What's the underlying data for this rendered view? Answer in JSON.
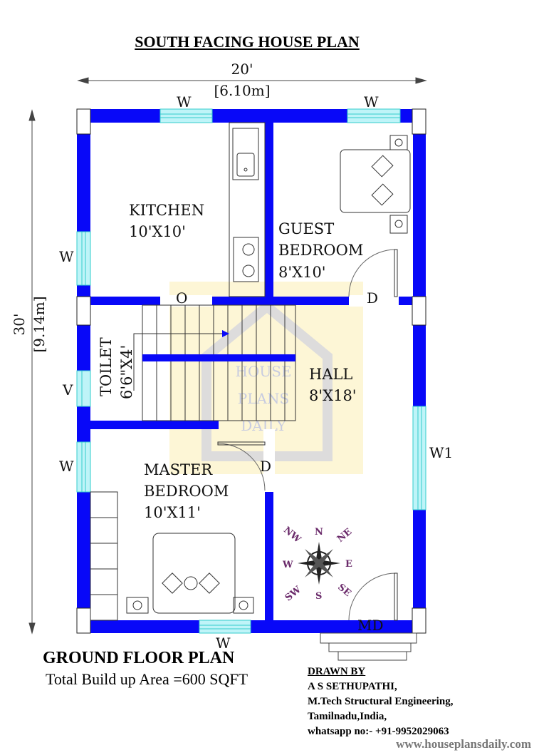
{
  "title": "SOUTH FACING HOUSE PLAN",
  "dimensions": {
    "width_ft": "20'",
    "width_m": "[6.10m]",
    "length_ft": "30'",
    "length_m": "[9.14m]"
  },
  "rooms": {
    "kitchen": {
      "name": "KITCHEN",
      "size": "10'X10'"
    },
    "guest": {
      "name1": "GUEST",
      "name2": "BEDROOM",
      "size": "8'X10'"
    },
    "toilet": {
      "name": "TOILET",
      "size": "6'6\"X4'"
    },
    "hall": {
      "name": "HALL",
      "size": "8'X18'"
    },
    "master": {
      "name1": "MASTER",
      "name2": "BEDROOM",
      "size": "10'X11'"
    }
  },
  "labels": {
    "w": "W",
    "v": "V",
    "w1": "W1",
    "o": "O",
    "d": "D",
    "md": "MD"
  },
  "compass": {
    "n": "N",
    "s": "S",
    "e": "E",
    "w": "W",
    "ne": "NE",
    "nw": "NW",
    "se": "SE",
    "sw": "SW"
  },
  "watermark": [
    "HOUSE",
    "PLANS",
    "DAILY"
  ],
  "footer": {
    "heading": "GROUND FLOOR PLAN",
    "area": "Total Build up Area =600 SQFT",
    "drawn_by": "DRAWN BY",
    "author": "A S SETHUPATHI,",
    "qualification": "M.Tech Structural Engineering,",
    "location": "Tamilnadu,India,",
    "contact": "whatsapp no:- +91-9952029063",
    "website": "www.houseplansdaily.com"
  },
  "colors": {
    "wall": "#0808f8",
    "window": "#bff4f8",
    "watermark": "#fdf6d6",
    "compass": "#6a2a6a"
  }
}
